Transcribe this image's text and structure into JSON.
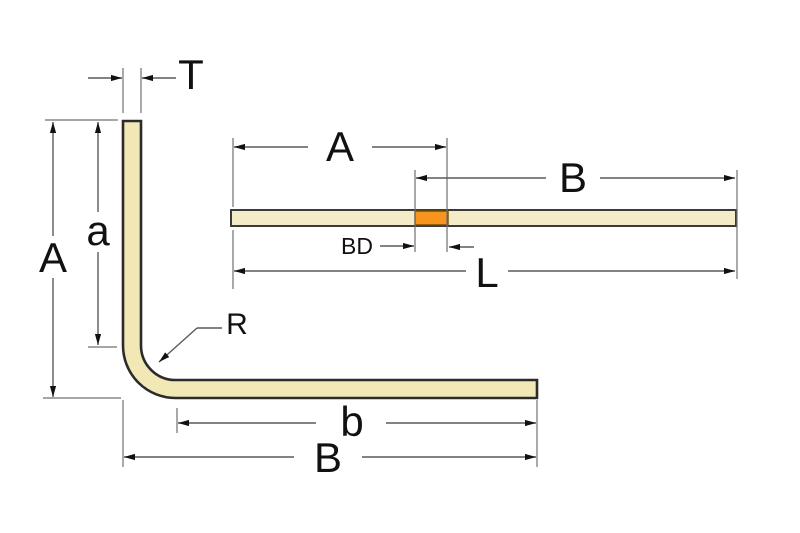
{
  "diagram": {
    "type": "sheet-metal-bend-deduction-diagram",
    "bent_part": {
      "labels": {
        "thickness": "T",
        "outer_flange_height": "A",
        "inner_flat_height": "a",
        "bend_radius": "R",
        "inner_flat_length": "b",
        "outer_flange_length": "B"
      }
    },
    "flat_pattern": {
      "labels": {
        "flange_a_flat": "A",
        "flange_b_flat": "B",
        "bend_deduction": "BD",
        "total_flat_length": "L"
      }
    },
    "colors": {
      "material_fill": "#F1E8B6",
      "strip_fill": "#F3ECC6",
      "bend_region_fill": "#F7941E",
      "bend_region_stroke": "#6b4a00",
      "outline": "#2b2b2b",
      "dimension_line": "#5a5a5a",
      "arrowhead": "#111111"
    }
  }
}
